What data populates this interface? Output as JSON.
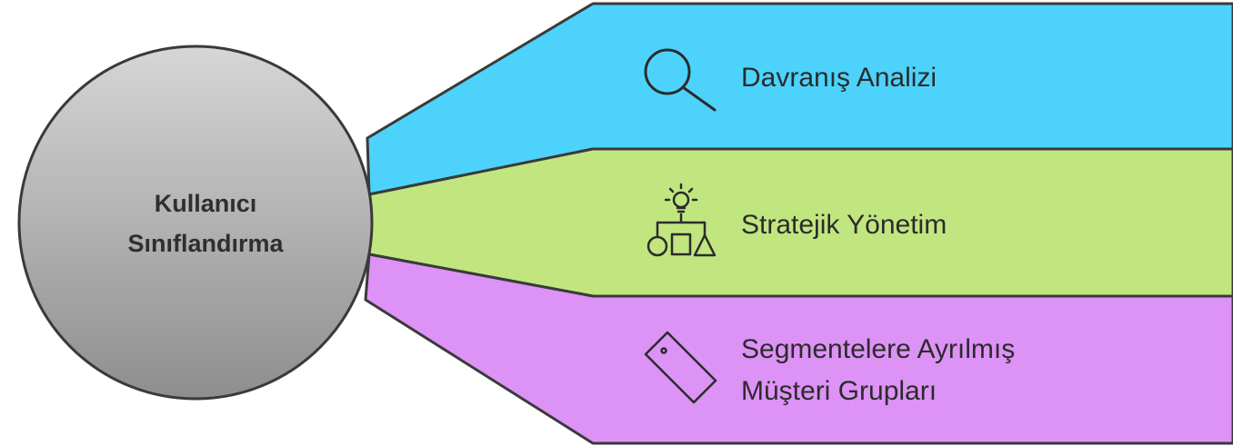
{
  "center": {
    "label_line1": "Kullanıcı",
    "label_line2": "Sınıflandırma"
  },
  "branches": [
    {
      "label_line1": "Davranış Analizi",
      "label_line2": "",
      "color": "#4dd3fb",
      "icon": "magnifier-icon"
    },
    {
      "label_line1": "Stratejik Yönetim",
      "label_line2": "",
      "color": "#c1e680",
      "icon": "strategy-lightbulb-shapes-icon"
    },
    {
      "label_line1": "Segmentelere Ayrılmış",
      "label_line2": "Müşteri Grupları",
      "color": "#dd92f6",
      "icon": "price-tag-icon"
    }
  ],
  "colors": {
    "hub_top": "#d6d6d6",
    "hub_bottom": "#8e8e8e",
    "outline": "#3a3a3a"
  }
}
